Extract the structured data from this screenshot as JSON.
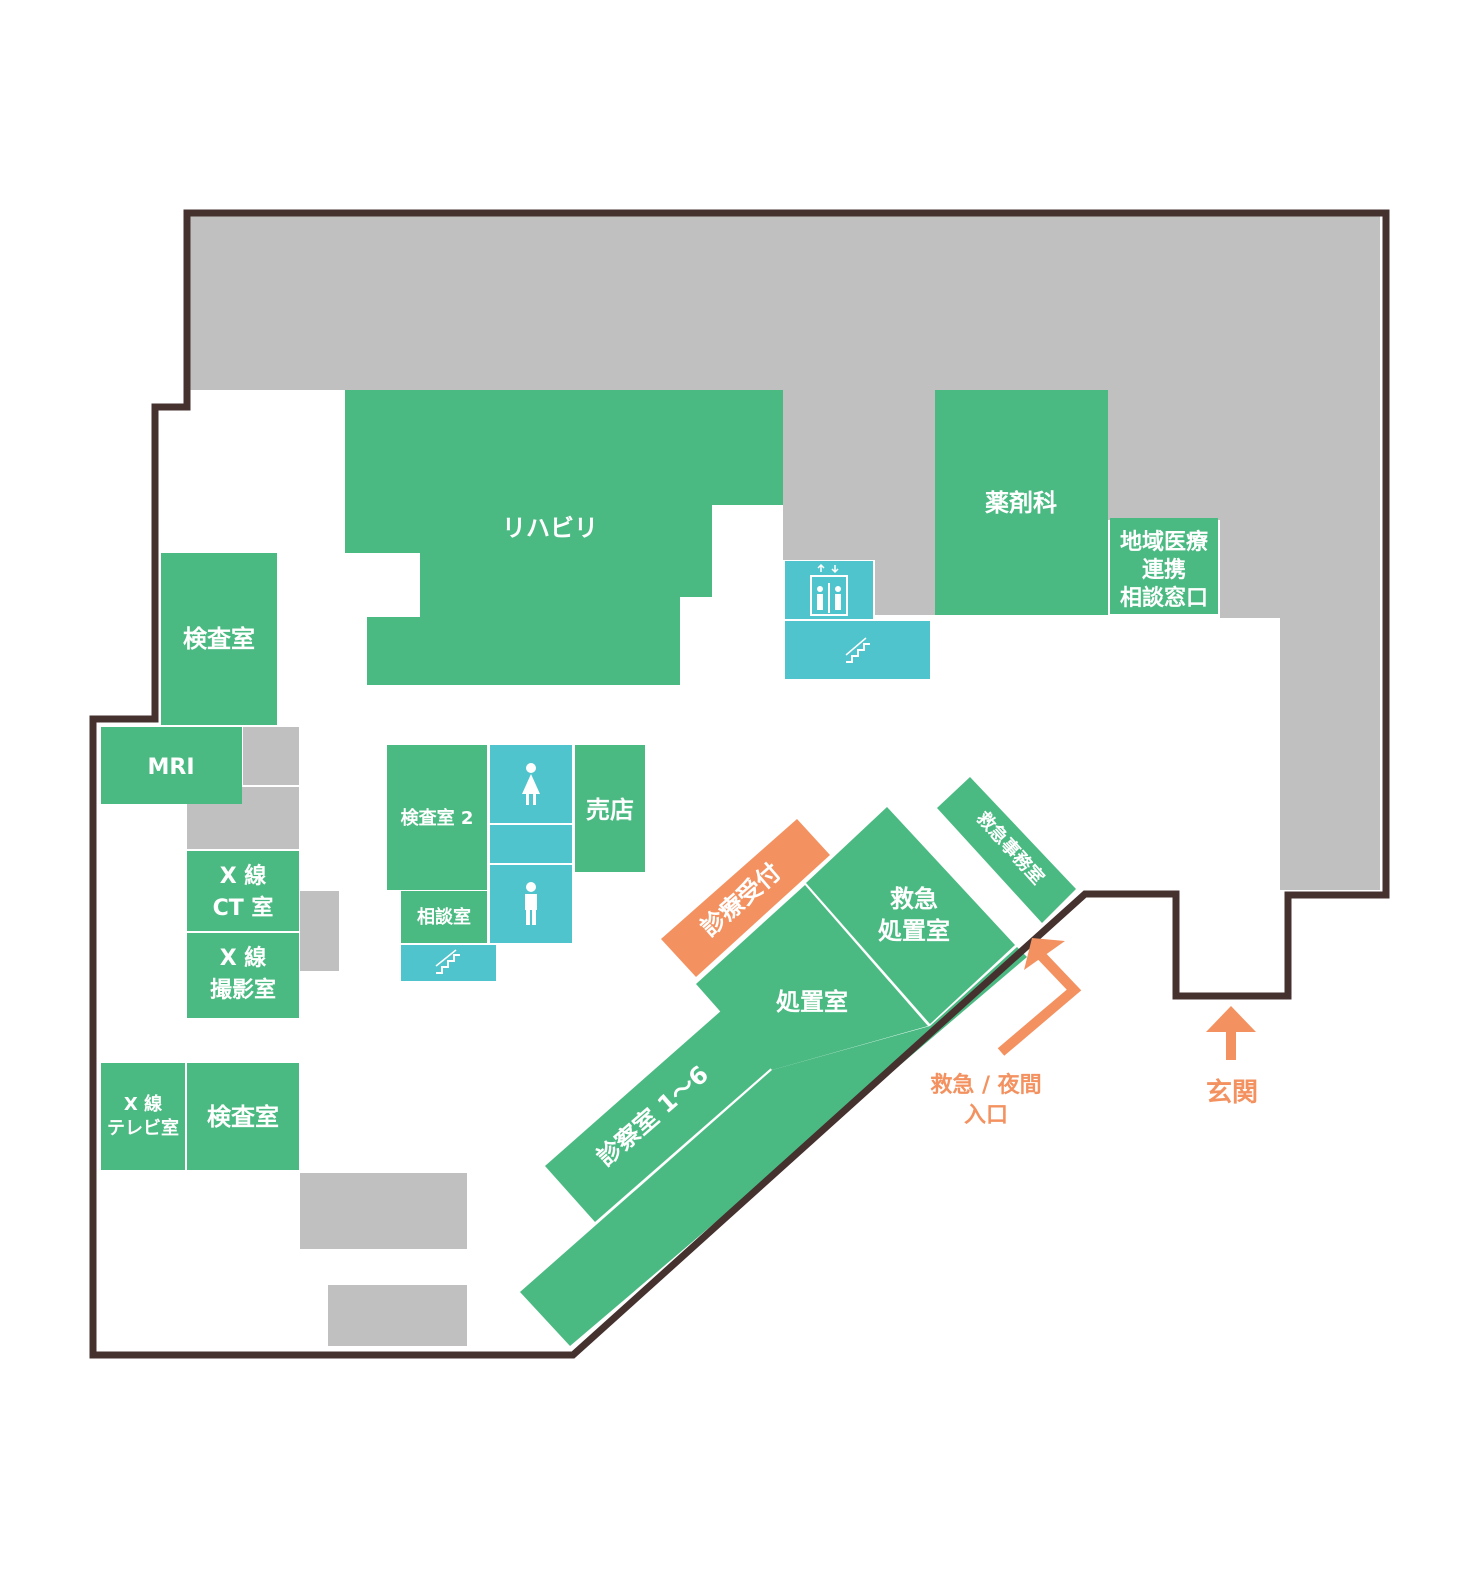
{
  "colors": {
    "room": "#4aba82",
    "facility": "#4fc4cc",
    "reception": "#f39260",
    "gray_area": "#c0c0c0",
    "wall": "#45322f",
    "arrow": "#f39260"
  },
  "rooms": {
    "rehab": "リハビリ",
    "pharmacy": "薬剤科",
    "regional_1": "地域医療",
    "regional_2": "連携",
    "regional_3": "相談窓口",
    "exam_1": "検査室",
    "mri": "MRI",
    "xray_ct_1": "X 線",
    "xray_ct_2": "CT 室",
    "xray_photo_1": "X 線",
    "xray_photo_2": "撮影室",
    "xray_tv_1": "X 線",
    "xray_tv_2": "テレビ室",
    "exam_3": "検査室",
    "exam_2": "検査室 2",
    "consult": "相談室",
    "shop": "売店",
    "reception": "診療受付",
    "treatment": "処置室",
    "er_treatment_1": "救急",
    "er_treatment_2": "処置室",
    "er_office": "救急事務室",
    "consultation_rooms": "診察室 1～6"
  },
  "entrances": {
    "night_1": "救急 / 夜間",
    "night_2": "入口",
    "main": "玄関"
  },
  "icons": {
    "elevator": "elevator-icon",
    "stairs": "stairs-icon",
    "womens_restroom": "womens-restroom-icon",
    "mens_restroom": "mens-restroom-icon",
    "arrow": "arrow-up-icon"
  }
}
